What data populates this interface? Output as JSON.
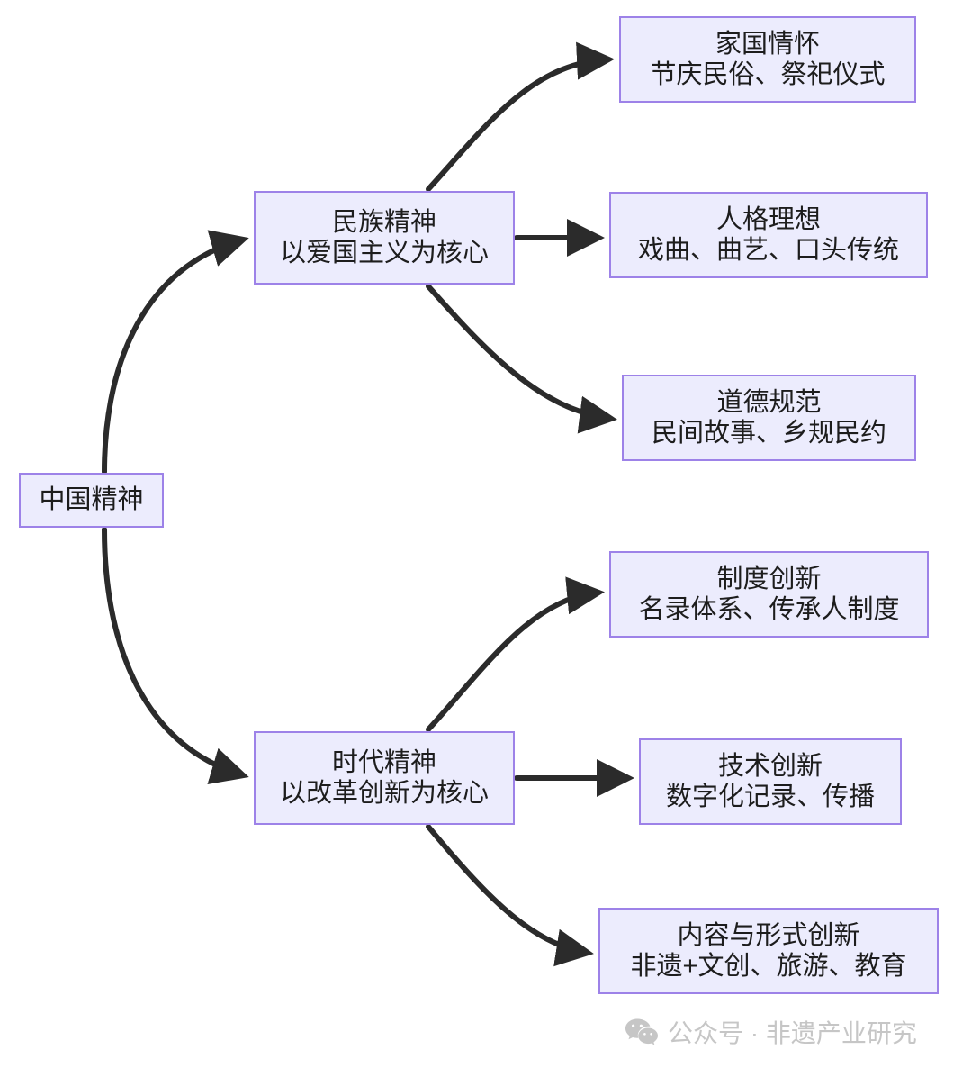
{
  "diagram": {
    "type": "flowchart",
    "direction": "left-to-right",
    "title": "中国精神",
    "colors": {
      "node_fill": "#ECECFD",
      "node_border": "#9D82E8",
      "edge": "#2b2b2b",
      "text": "#1d1d1d",
      "watermark": "#C6C6C6",
      "background": "#ffffff"
    },
    "nodes": {
      "root": {
        "label": "中国精神"
      },
      "minzu": {
        "line1": "民族精神",
        "line2": "以爱国主义为核心"
      },
      "shidai": {
        "line1": "时代精神",
        "line2": "以改革创新为核心"
      },
      "jiaguo": {
        "line1": "家国情怀",
        "line2": "节庆民俗、祭祀仪式"
      },
      "renge": {
        "line1": "人格理想",
        "line2": "戏曲、曲艺、口头传统"
      },
      "daode": {
        "line1": "道德规范",
        "line2": "民间故事、乡规民约"
      },
      "zhidu": {
        "line1": "制度创新",
        "line2": "名录体系、传承人制度"
      },
      "jishu": {
        "line1": "技术创新",
        "line2": "数字化记录、传播"
      },
      "neirong": {
        "line1": "内容与形式创新",
        "line2": "非遗+文创、旅游、教育"
      }
    },
    "edges": [
      {
        "from": "root",
        "to": "minzu",
        "style": "curved"
      },
      {
        "from": "root",
        "to": "shidai",
        "style": "curved"
      },
      {
        "from": "minzu",
        "to": "jiaguo",
        "style": "curved"
      },
      {
        "from": "minzu",
        "to": "renge",
        "style": "straight"
      },
      {
        "from": "minzu",
        "to": "daode",
        "style": "curved"
      },
      {
        "from": "shidai",
        "to": "zhidu",
        "style": "curved"
      },
      {
        "from": "shidai",
        "to": "jishu",
        "style": "straight"
      },
      {
        "from": "shidai",
        "to": "neirong",
        "style": "curved"
      }
    ]
  },
  "watermark": {
    "icon": "wechat-icon",
    "text": "公众号 · 非遗产业研究"
  }
}
